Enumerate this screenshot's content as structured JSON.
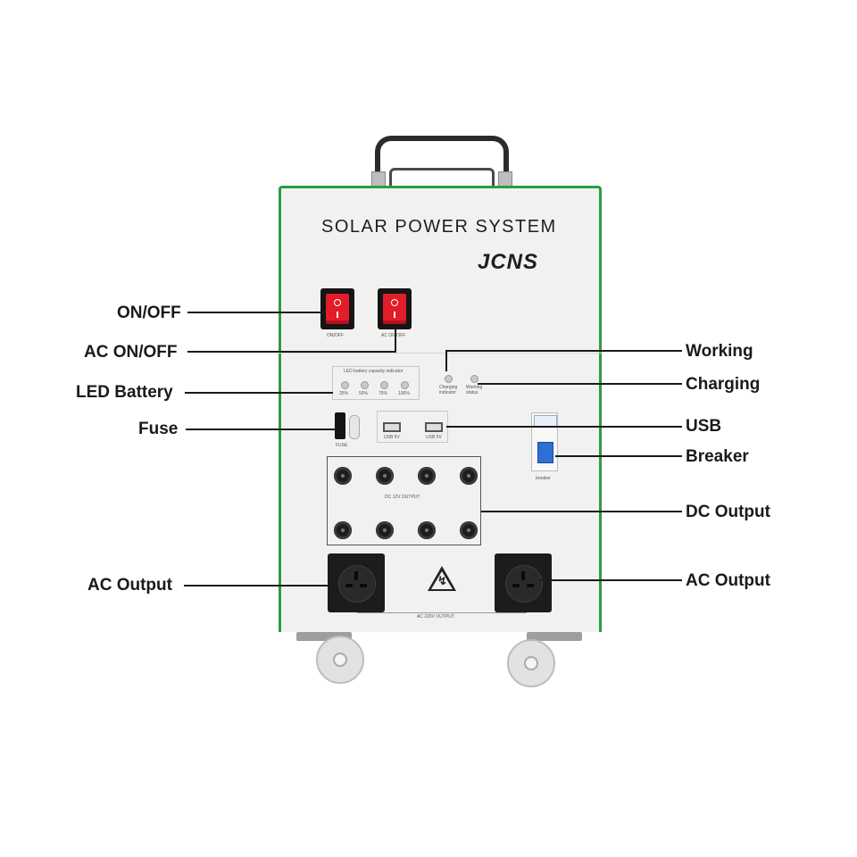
{
  "product": {
    "title": "SOLAR POWER SYSTEM",
    "logo_text": "JCNS",
    "colors": {
      "body_trim": "#2e9b44",
      "body_fill": "#f1f1ef",
      "switch_red": "#e11d2a",
      "breaker_blue": "#2d6fd3"
    }
  },
  "panel_labels": {
    "on_off": "ON/OFF",
    "ac_on_off": "AC ON/OFF",
    "battery_indicator": "LED battery capacity indicator",
    "battery_levels": [
      "25%",
      "50%",
      "75%",
      "100%"
    ],
    "charging_indicator": "Charging indicator",
    "working_status": "Working status",
    "fuse": "FUSE",
    "usb_1": "USB 5V",
    "usb_2": "USB 5V",
    "breaker": "breaker",
    "dc_output": "DC 12V OUTPUT",
    "ac_output": "AC 220V OUTPUT"
  },
  "callouts": {
    "on_off": "ON/OFF",
    "ac_on_off": "AC ON/OFF",
    "led_battery": "LED Battery",
    "fuse": "Fuse",
    "ac_output_left": "AC Output",
    "working": "Working",
    "charging": "Charging",
    "usb": "USB",
    "breaker": "Breaker",
    "dc_output": "DC Output",
    "ac_output_right": "AC Output"
  },
  "icons": {
    "power_switch": "rocker-switch-icon",
    "warning": "high-voltage-warning-icon",
    "usb": "usb-port-icon",
    "wheel": "caster-wheel-icon"
  }
}
